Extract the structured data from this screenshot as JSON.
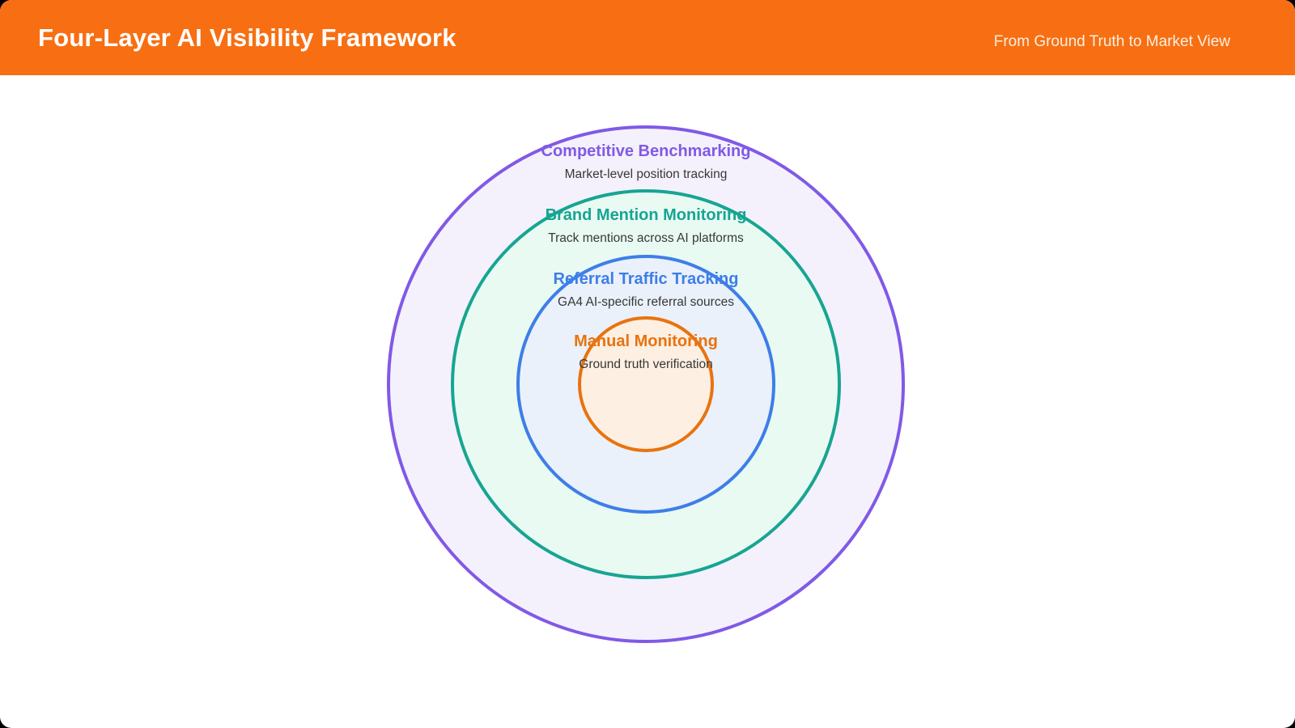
{
  "header": {
    "title": "Four-Layer AI Visibility Framework",
    "subtitle": "From Ground Truth to Market View"
  },
  "colors": {
    "page_background": "#000000",
    "card_background": "#FFFFFF",
    "header_background": "#F76F12",
    "header_title_text": "#FFFFFF",
    "header_subtitle_text": "#FCEFE2",
    "layer_subtitle_text": "#373737"
  },
  "layers": [
    {
      "title": "Competitive Benchmarking",
      "subtitle": "Market-level position tracking",
      "stroke": "#8159E6",
      "fill": "#F4F1FC"
    },
    {
      "title": "Brand Mention Monitoring",
      "subtitle": "Track mentions across AI platforms",
      "stroke": "#17A592",
      "fill": "#E9FAF3"
    },
    {
      "title": "Referral Traffic Tracking",
      "subtitle": "GA4 AI-specific referral sources",
      "stroke": "#3D7EE8",
      "fill": "#EAF1FB"
    },
    {
      "title": "Manual Monitoring",
      "subtitle": "Ground truth verification",
      "stroke": "#E8730F",
      "fill": "#FDEFE2"
    }
  ]
}
